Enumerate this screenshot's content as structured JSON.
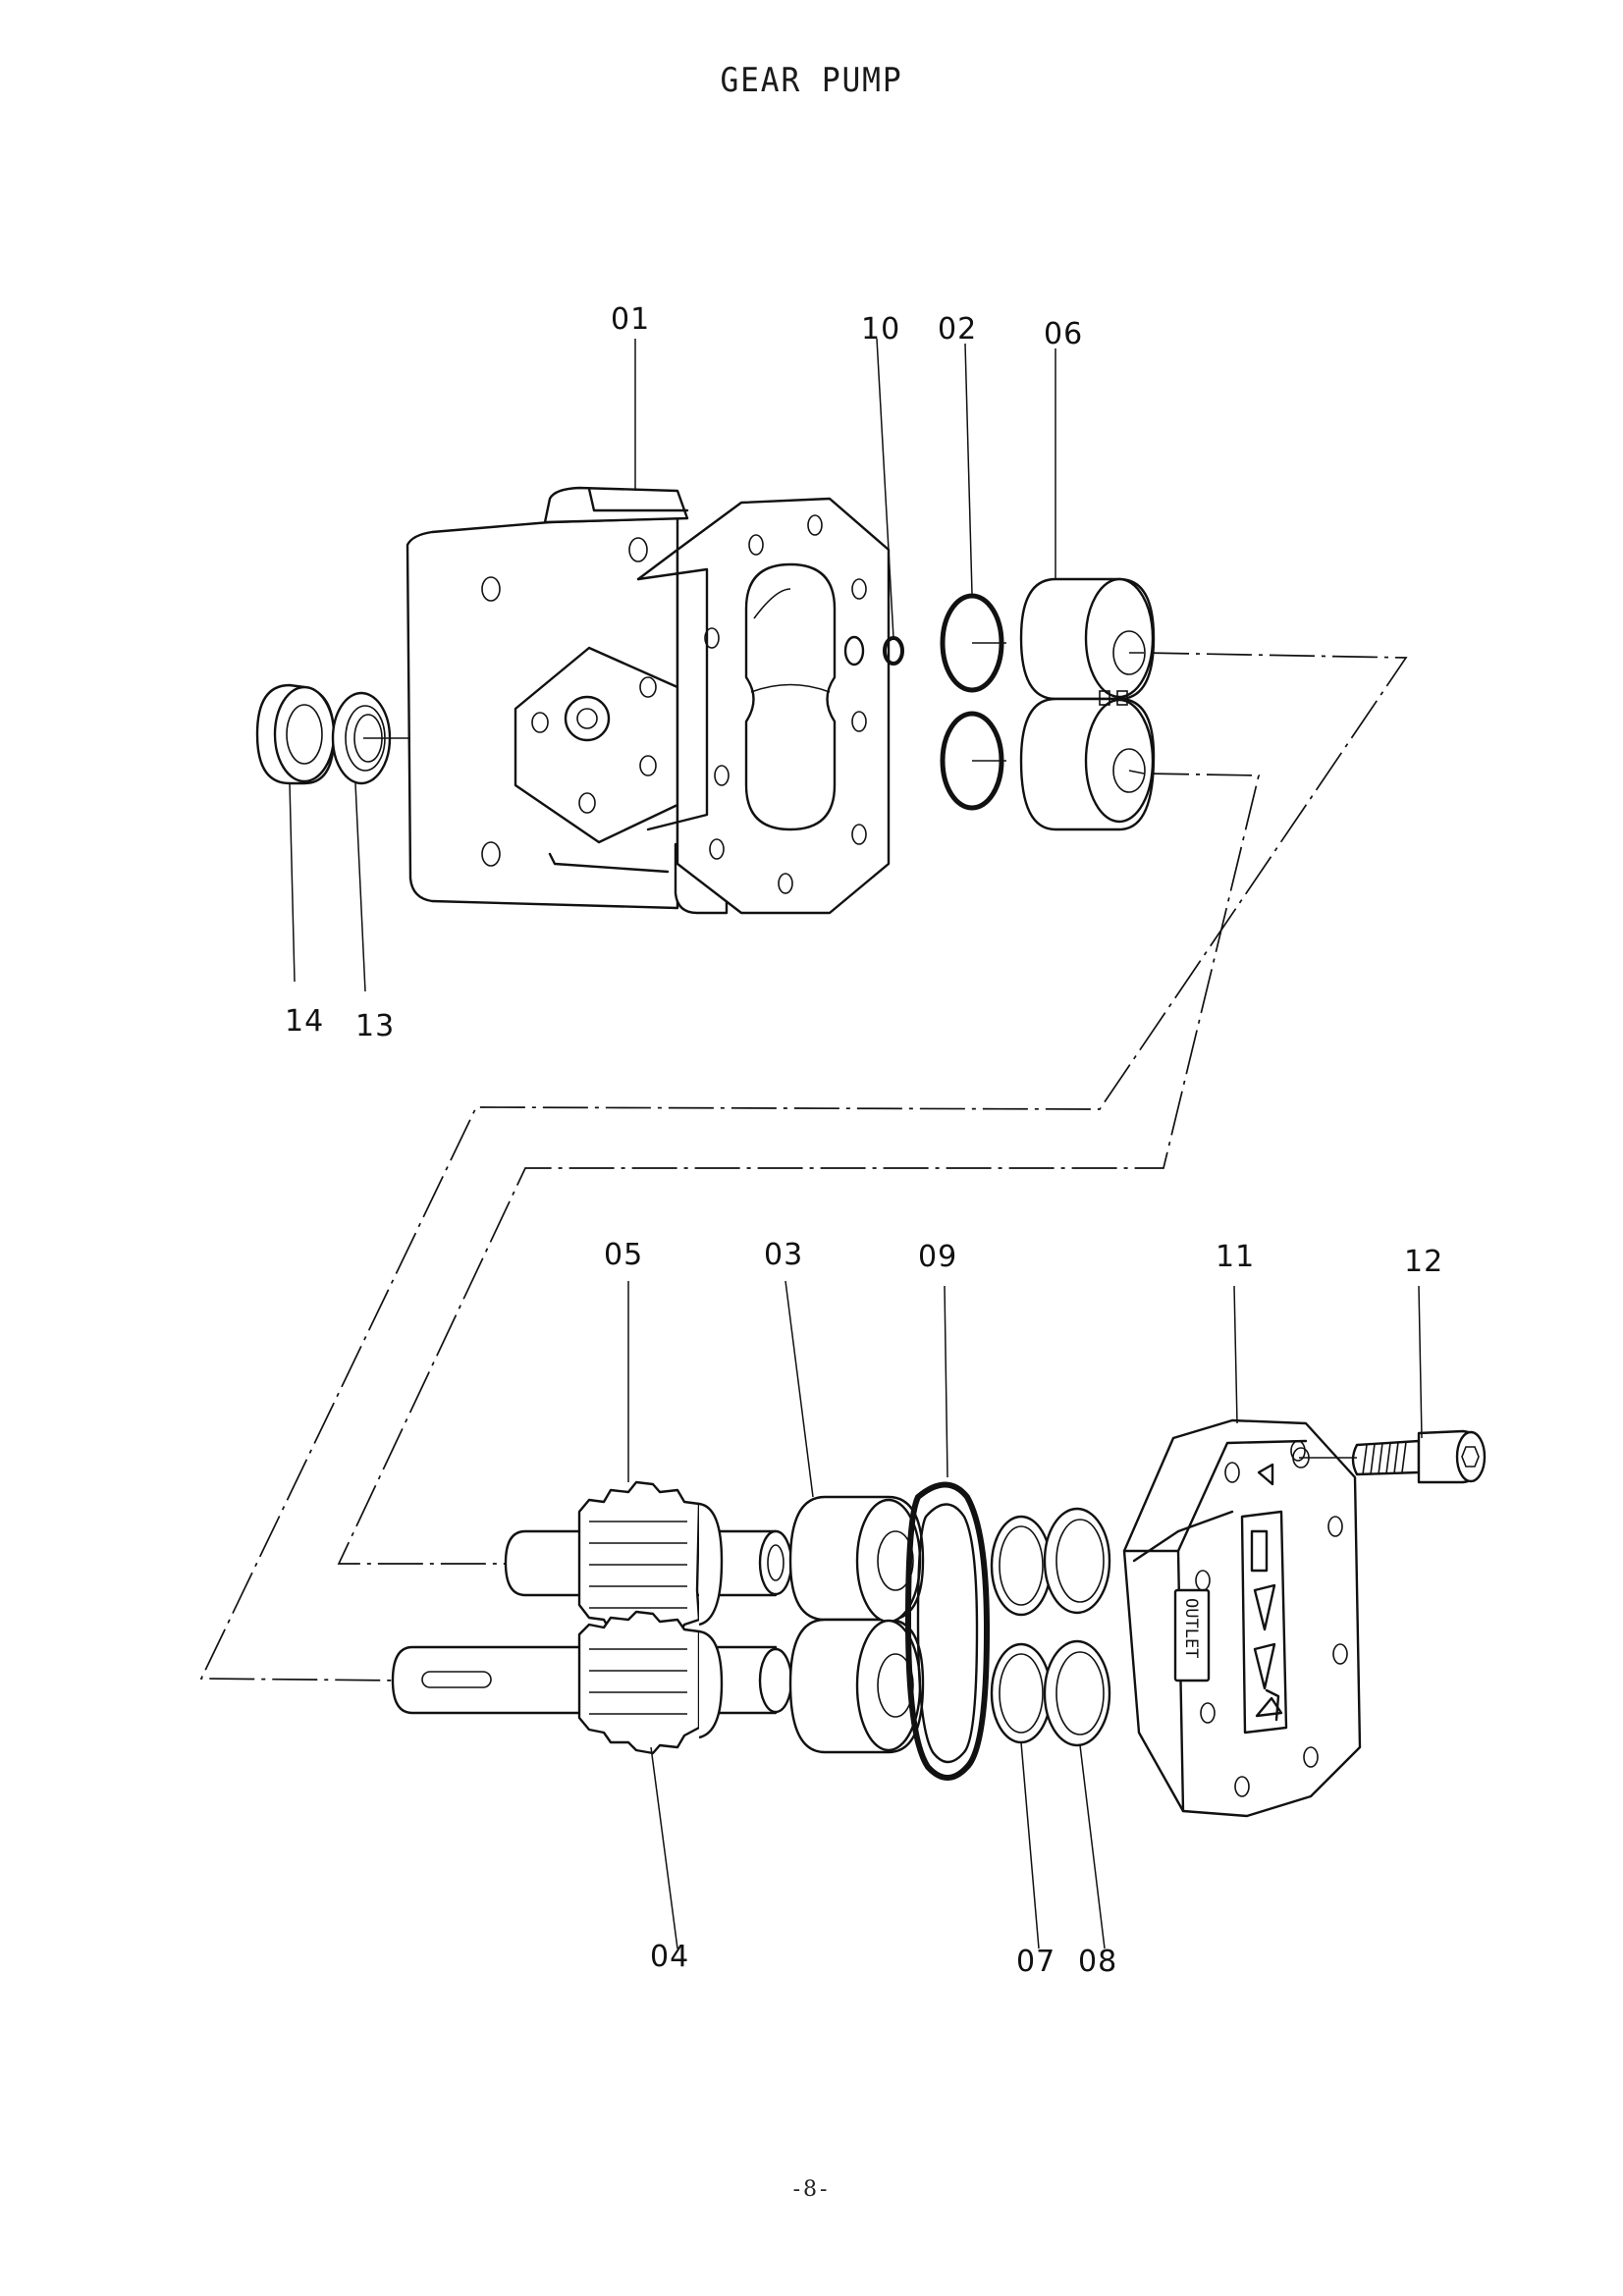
{
  "title": "GEAR PUMP",
  "page_number": "-8-",
  "outlet_label": "OUTLET",
  "callouts": [
    {
      "id": "c01",
      "label": "01"
    },
    {
      "id": "c10",
      "label": "10"
    },
    {
      "id": "c02",
      "label": "02"
    },
    {
      "id": "c06",
      "label": "06"
    },
    {
      "id": "c14",
      "label": "14"
    },
    {
      "id": "c13",
      "label": "13"
    },
    {
      "id": "c05",
      "label": "05"
    },
    {
      "id": "c03",
      "label": "03"
    },
    {
      "id": "c09",
      "label": "09"
    },
    {
      "id": "c11",
      "label": "11"
    },
    {
      "id": "c12",
      "label": "12"
    },
    {
      "id": "c04",
      "label": "04"
    },
    {
      "id": "c07",
      "label": "07"
    },
    {
      "id": "c08",
      "label": "08"
    }
  ]
}
